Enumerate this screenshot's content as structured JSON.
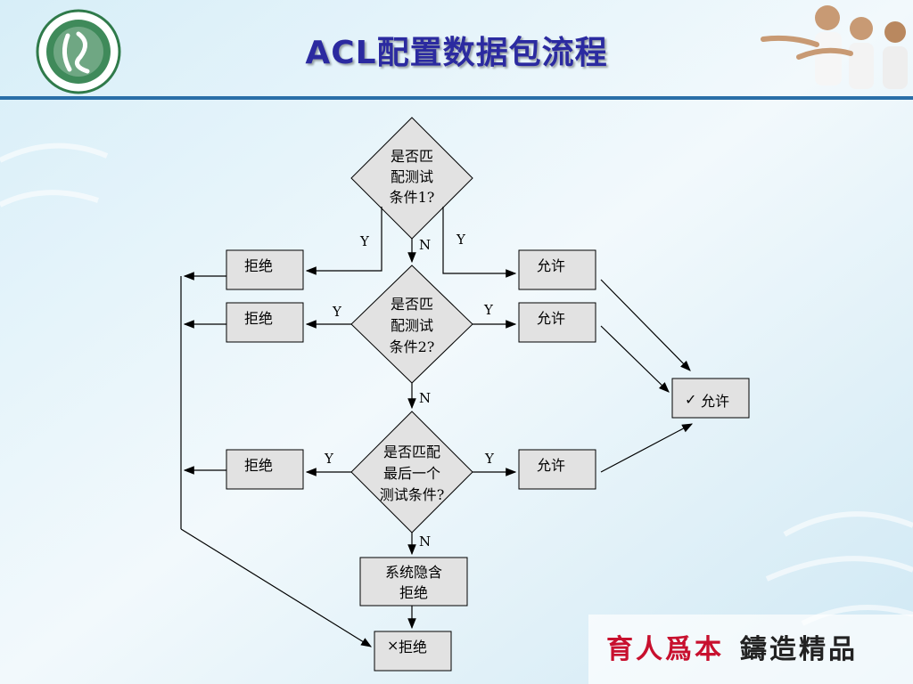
{
  "slide": {
    "title": "ACL配置数据包流程",
    "slogan_red": "育人爲本",
    "slogan_black": "鑄造精品"
  },
  "diagram": {
    "decision1": [
      "是否匹",
      "配测试",
      "条件1?"
    ],
    "decision2": [
      "是否匹",
      "配测试",
      "条件2?"
    ],
    "decision3": [
      "是否匹配",
      "最后一个",
      "测试条件?"
    ],
    "deny_label": "拒绝",
    "permit_label": "允许",
    "implicit_deny": [
      "系统隐含",
      "拒绝"
    ],
    "final_permit": "允许",
    "final_deny": "拒绝",
    "check_mark": "✓",
    "cross_mark": "×",
    "yes": "Y",
    "no": "N"
  },
  "colors": {
    "title": "#2b2aa0",
    "box_fill": "#e2e2e2",
    "check": "#2ea52e",
    "cross": "#e07a1a",
    "slogan_red": "#c8102e"
  },
  "icons": [
    "school-logo-icon",
    "people-photo-icon"
  ]
}
